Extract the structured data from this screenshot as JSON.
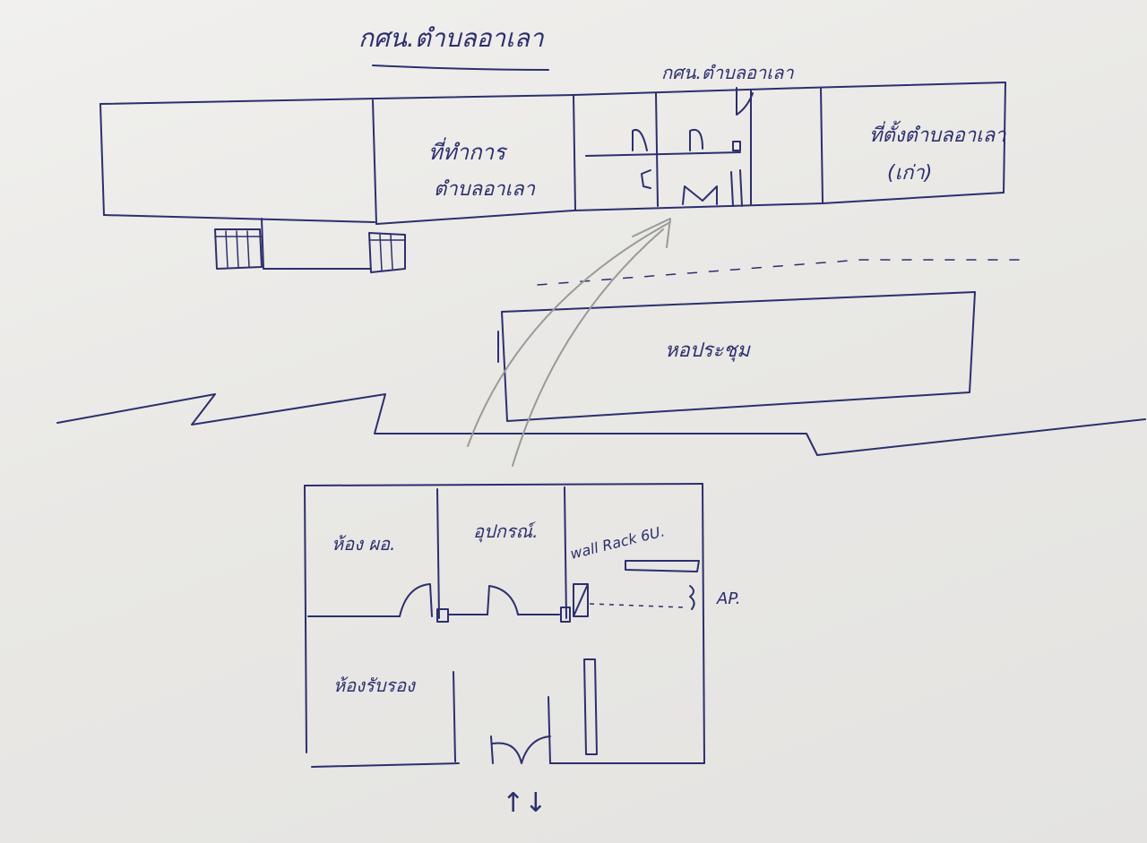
{
  "sketch": {
    "title": "กศน.ตำบลอาเลา",
    "top_building": {
      "label_office": "กศน.ตำบลอาเลา",
      "label_room_line1": "ที่ทำการ",
      "label_room_line2": "ตำบลอาเลา",
      "label_old_line1": "ที่ตั้งตำบลอาเลา",
      "label_old_line2": "(เก่า)"
    },
    "hall": {
      "label": "หอประชุม"
    },
    "detail_plan": {
      "room_toilet": "ห้อง ผอ.",
      "room_storage": "อุปกรณ์.",
      "room_wall_rack": "wall Rack 6U.",
      "ap_label": "AP.",
      "room_lobby": "ห้องรับรอง",
      "entrance_arrows": "↑↓"
    },
    "ink_color": "#2c2f6e",
    "pencil_color": "#9a9a98"
  }
}
